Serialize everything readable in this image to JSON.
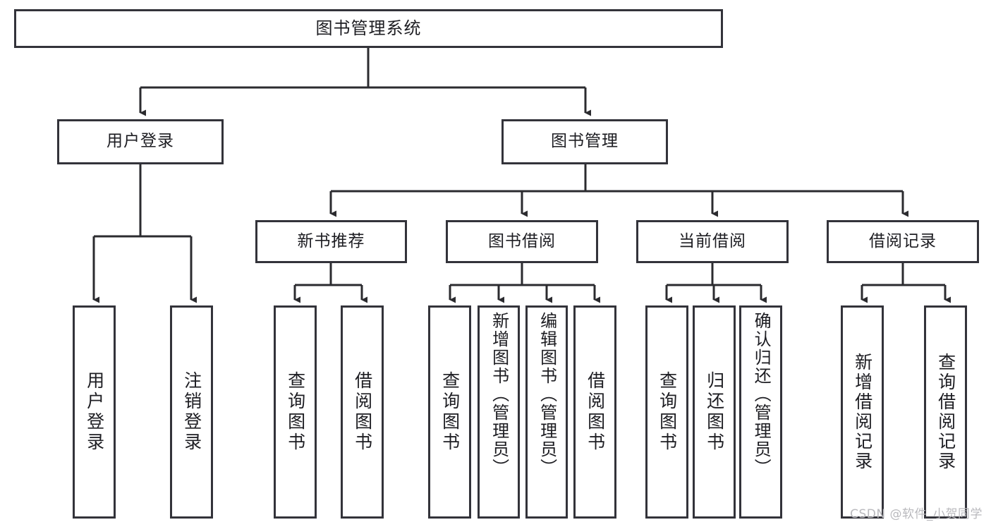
{
  "diagram": {
    "title": "图书管理系统",
    "type": "tree",
    "orientation": "top-down",
    "colors": {
      "box_border": "#33333a",
      "box_fill": "#ffffff",
      "connector": "#2b2b2f",
      "text": "#1d1d22",
      "watermark": "#b9b9bd",
      "background": "#ffffff"
    },
    "root": {
      "label": "图书管理系统"
    },
    "level2": [
      {
        "label": "用户登录"
      },
      {
        "label": "图书管理"
      }
    ],
    "level3": [
      {
        "label": "新书推荐"
      },
      {
        "label": "图书借阅"
      },
      {
        "label": "当前借阅"
      },
      {
        "label": "借阅记录"
      }
    ],
    "leaves": {
      "user_login": [
        {
          "label": "用户登录"
        },
        {
          "label": "注销登录"
        }
      ],
      "new_book_recommend": [
        {
          "label": "查询图书"
        },
        {
          "label": "借阅图书"
        }
      ],
      "book_borrow": [
        {
          "label": "查询图书"
        },
        {
          "label": "新增图书（管理员）"
        },
        {
          "label": "编辑图书（管理员）"
        },
        {
          "label": "借阅图书"
        }
      ],
      "current_borrow": [
        {
          "label": "查询图书"
        },
        {
          "label": "归还图书"
        },
        {
          "label": "确认归还（管理员）"
        }
      ],
      "borrow_record": [
        {
          "label": "新增借阅记录"
        },
        {
          "label": "查询借阅记录"
        }
      ]
    }
  },
  "watermark": {
    "text": "CSDN @软件_小贺同学"
  }
}
